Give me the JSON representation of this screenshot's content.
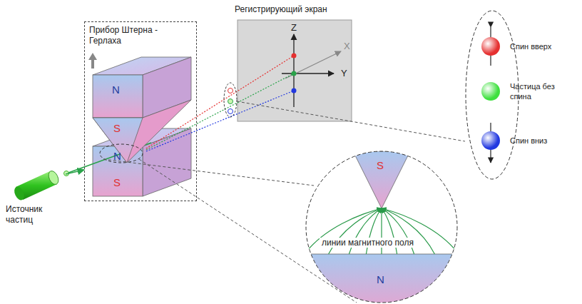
{
  "diagram": {
    "nodes": [
      {
        "text": [
          "Прибор Штерна - Герлаха"
        ]
      },
      {
        "text": [
          "Источник частиц"
        ]
      },
      {
        "text": [
          "Регистрирующий экран"
        ]
      }
    ],
    "edges": [
      {
        "from": 1,
        "to": 0,
        "arrow": "to"
      }
    ],
    "labels": [
      "N",
      "S",
      "N",
      "S",
      "Z",
      "X",
      "Y",
      "S",
      "N",
      "линии магнитного поля"
    ],
    "legend": [
      {
        "text": "Спин вверх",
        "color": "#e53030"
      },
      {
        "text": "Частица без спина",
        "color": "#3ee03e"
      },
      {
        "text": "Спин вниз",
        "color": "#2238e0"
      }
    ]
  }
}
